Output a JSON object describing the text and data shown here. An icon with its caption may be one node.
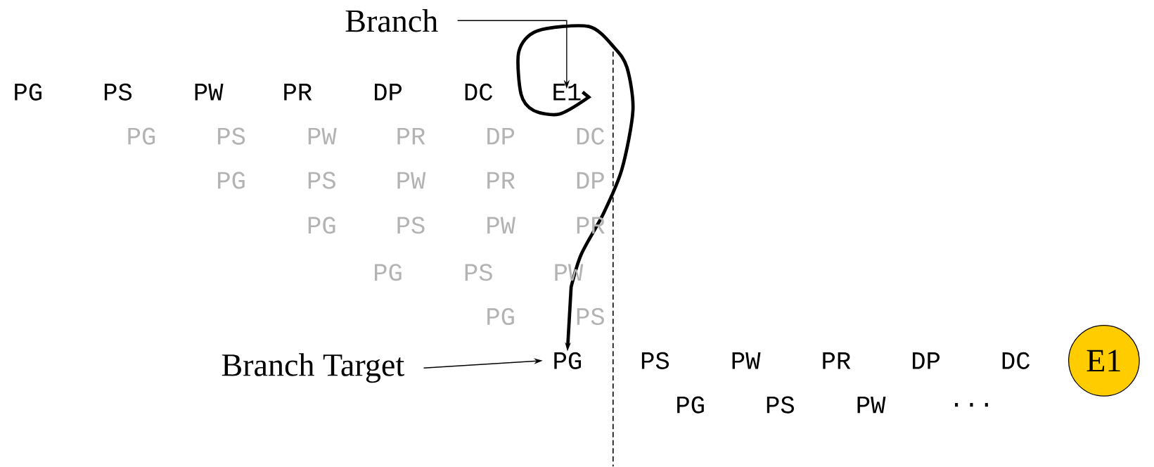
{
  "diagram": {
    "nodes": [
      {
        "text": [
          "Branch"
        ]
      },
      {
        "text": [
          "E1"
        ]
      },
      {
        "text": [
          "Branch Target"
        ]
      },
      {
        "text": [
          "PG"
        ]
      },
      {
        "text": [
          "E1"
        ]
      }
    ],
    "edges": [
      {
        "from": 0,
        "to": 1,
        "arrow": "to"
      },
      {
        "from": 1,
        "to": 3,
        "arrow": "to",
        "style": "thick"
      },
      {
        "from": 2,
        "to": 3,
        "arrow": "to"
      }
    ],
    "labels": [
      "PG",
      "PS",
      "PW",
      "PR",
      "DP",
      "DC",
      "PG",
      "PS",
      "PW",
      "PR",
      "DP",
      "DC",
      "PG",
      "PS",
      "PW",
      "PR",
      "DP",
      "PG",
      "PS",
      "PW",
      "PR",
      "PG",
      "PS",
      "PW",
      "PG",
      "PS",
      "PS",
      "PW",
      "PR",
      "DP",
      "DC",
      "PG",
      "PS",
      "PW",
      "..."
    ]
  }
}
